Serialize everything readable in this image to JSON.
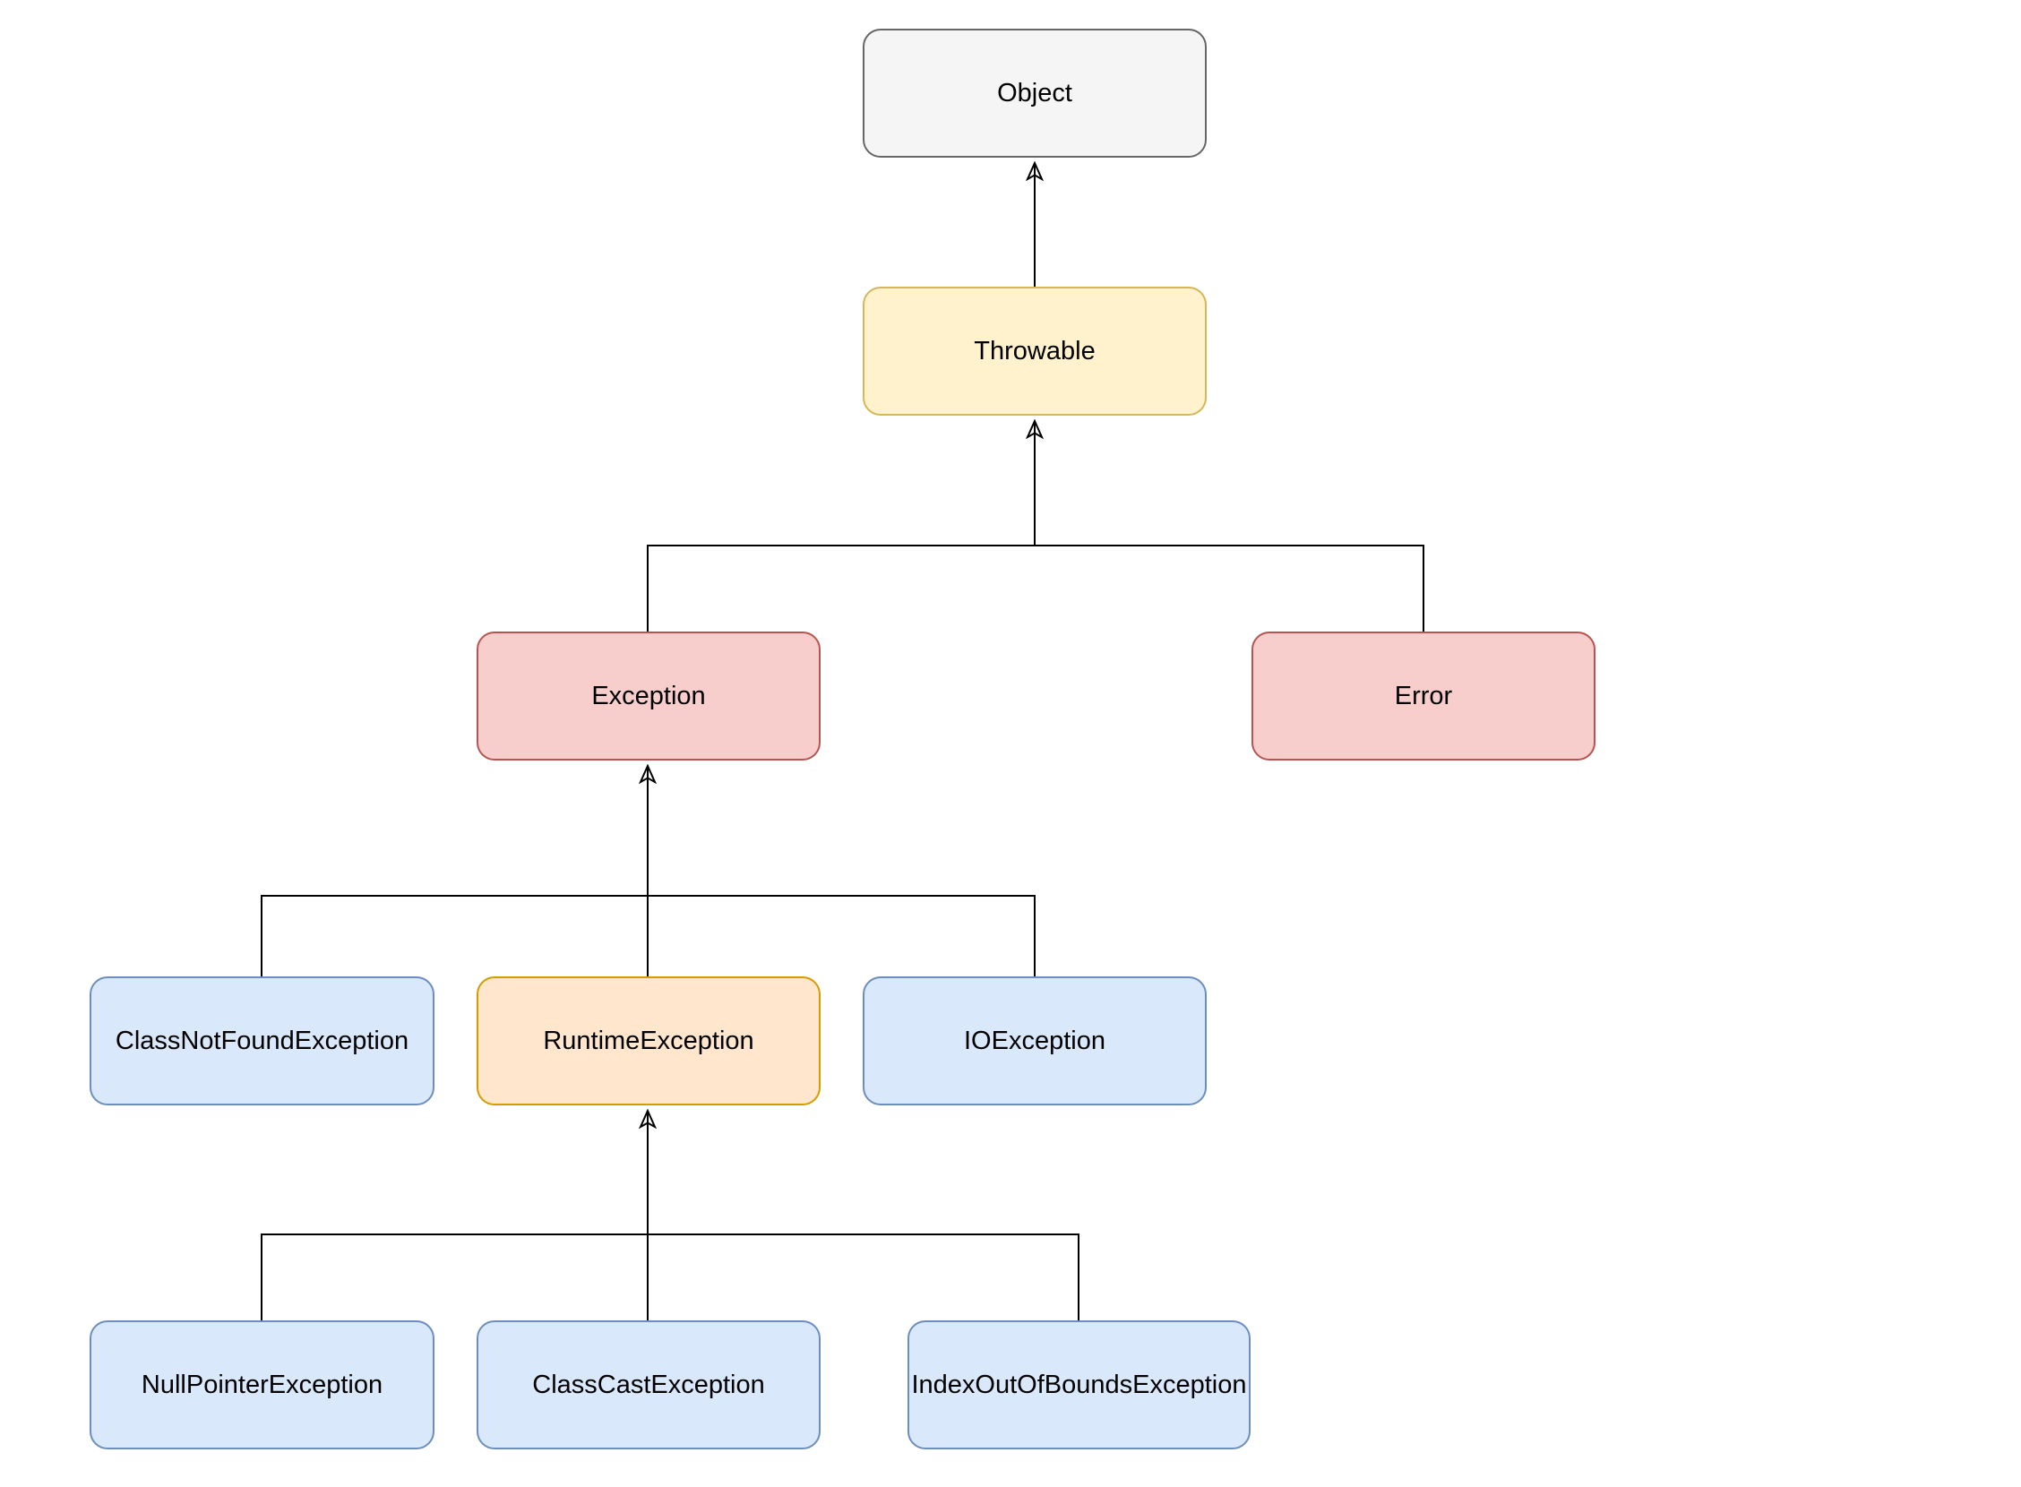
{
  "diagram": {
    "type": "class-hierarchy-flowchart",
    "background_color": "#ffffff",
    "edge_color": "#000000"
  },
  "palette": {
    "gray_fill": "#f5f5f5",
    "gray_stroke": "#666666",
    "yellow_fill": "#fff2cc",
    "yellow_stroke": "#d6b656",
    "red_fill": "#f8cecc",
    "red_stroke": "#b85450",
    "blue_fill": "#dae8fc",
    "blue_stroke": "#6c8ebf",
    "orange_fill": "#ffe6cc",
    "orange_stroke": "#d79b00"
  },
  "nodes": {
    "object": {
      "label": "Object",
      "fill": "#f5f5f5",
      "stroke": "#666666"
    },
    "throwable": {
      "label": "Throwable",
      "fill": "#fff2cc",
      "stroke": "#d6b656"
    },
    "exception": {
      "label": "Exception",
      "fill": "#f8cecc",
      "stroke": "#b85450"
    },
    "error": {
      "label": "Error",
      "fill": "#f8cecc",
      "stroke": "#b85450"
    },
    "classNotFound": {
      "label": "ClassNotFoundException",
      "fill": "#dae8fc",
      "stroke": "#6c8ebf"
    },
    "runtime": {
      "label": "RuntimeException",
      "fill": "#ffe6cc",
      "stroke": "#d79b00"
    },
    "io": {
      "label": "IOException",
      "fill": "#dae8fc",
      "stroke": "#6c8ebf"
    },
    "nullPointer": {
      "label": "NullPointerException",
      "fill": "#dae8fc",
      "stroke": "#6c8ebf"
    },
    "classCast": {
      "label": "ClassCastException",
      "fill": "#dae8fc",
      "stroke": "#6c8ebf"
    },
    "indexOutOfBounds": {
      "label": "IndexOutOfBoundsException",
      "fill": "#dae8fc",
      "stroke": "#6c8ebf"
    }
  },
  "edges": [
    {
      "child": "Throwable",
      "parent": "Object"
    },
    {
      "child": "Exception",
      "parent": "Throwable"
    },
    {
      "child": "Error",
      "parent": "Throwable"
    },
    {
      "child": "ClassNotFoundException",
      "parent": "Exception"
    },
    {
      "child": "RuntimeException",
      "parent": "Exception"
    },
    {
      "child": "IOException",
      "parent": "Exception"
    },
    {
      "child": "NullPointerException",
      "parent": "RuntimeException"
    },
    {
      "child": "ClassCastException",
      "parent": "RuntimeException"
    },
    {
      "child": "IndexOutOfBoundsException",
      "parent": "RuntimeException"
    }
  ]
}
